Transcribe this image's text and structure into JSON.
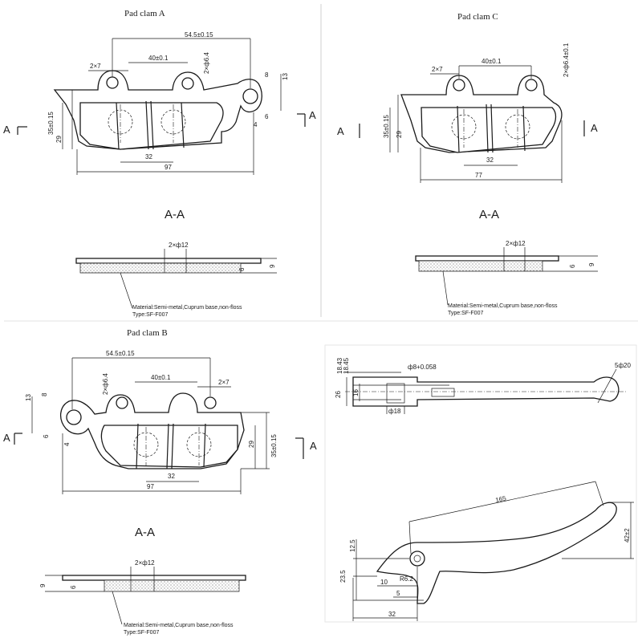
{
  "panels": {
    "pad_a": {
      "title": "Pad clam A",
      "dims": [
        "54.5±0.15",
        "40±0.1",
        "2×7",
        "2×ф6.4",
        "8",
        "13",
        "35±0.15",
        "29",
        "6",
        "4",
        "32",
        "97"
      ],
      "section_marker": "A",
      "section_title": "A-A",
      "section_hole": "2×ф12",
      "section_dims": [
        "9",
        "6"
      ],
      "material": "Material:Semi-metal,Cuprum base,non-floss",
      "type": "Type:SF-F007"
    },
    "pad_c": {
      "title": "Pad clam C",
      "dims": [
        "2×7",
        "40±0.1",
        "2×ф6.4±0.1",
        "35±0.15",
        "29",
        "32",
        "77"
      ],
      "section_marker": "A",
      "section_title": "A-A",
      "section_hole": "2×ф12",
      "section_dims": [
        "9",
        "6"
      ],
      "material": "Material:Semi-metal,Cuprum base,non-floss",
      "type": "Type:SF-F007"
    },
    "pad_b": {
      "title": "Pad clam B",
      "dims": [
        "54.5±0.15",
        "40±0.1",
        "2×ф6.4",
        "2×7",
        "13",
        "8",
        "6",
        "4",
        "29",
        "35±0.15",
        "32",
        "97"
      ],
      "section_marker": "A",
      "section_title": "A-A",
      "section_hole": "2×ф12",
      "section_dims": [
        "9",
        "6"
      ],
      "material": "Material:Semi-metal,Cuprum base,non-floss",
      "type": "Type:SF-F007"
    },
    "lever": {
      "dims_top": [
        "18.43",
        "18.45",
        "ф8+0.058",
        "5ф20",
        "26",
        "16",
        "ф18"
      ],
      "dims_bottom": [
        "165",
        "42±2",
        "12.5",
        "23.5",
        "10",
        "R6.2",
        "5",
        "32"
      ]
    }
  }
}
